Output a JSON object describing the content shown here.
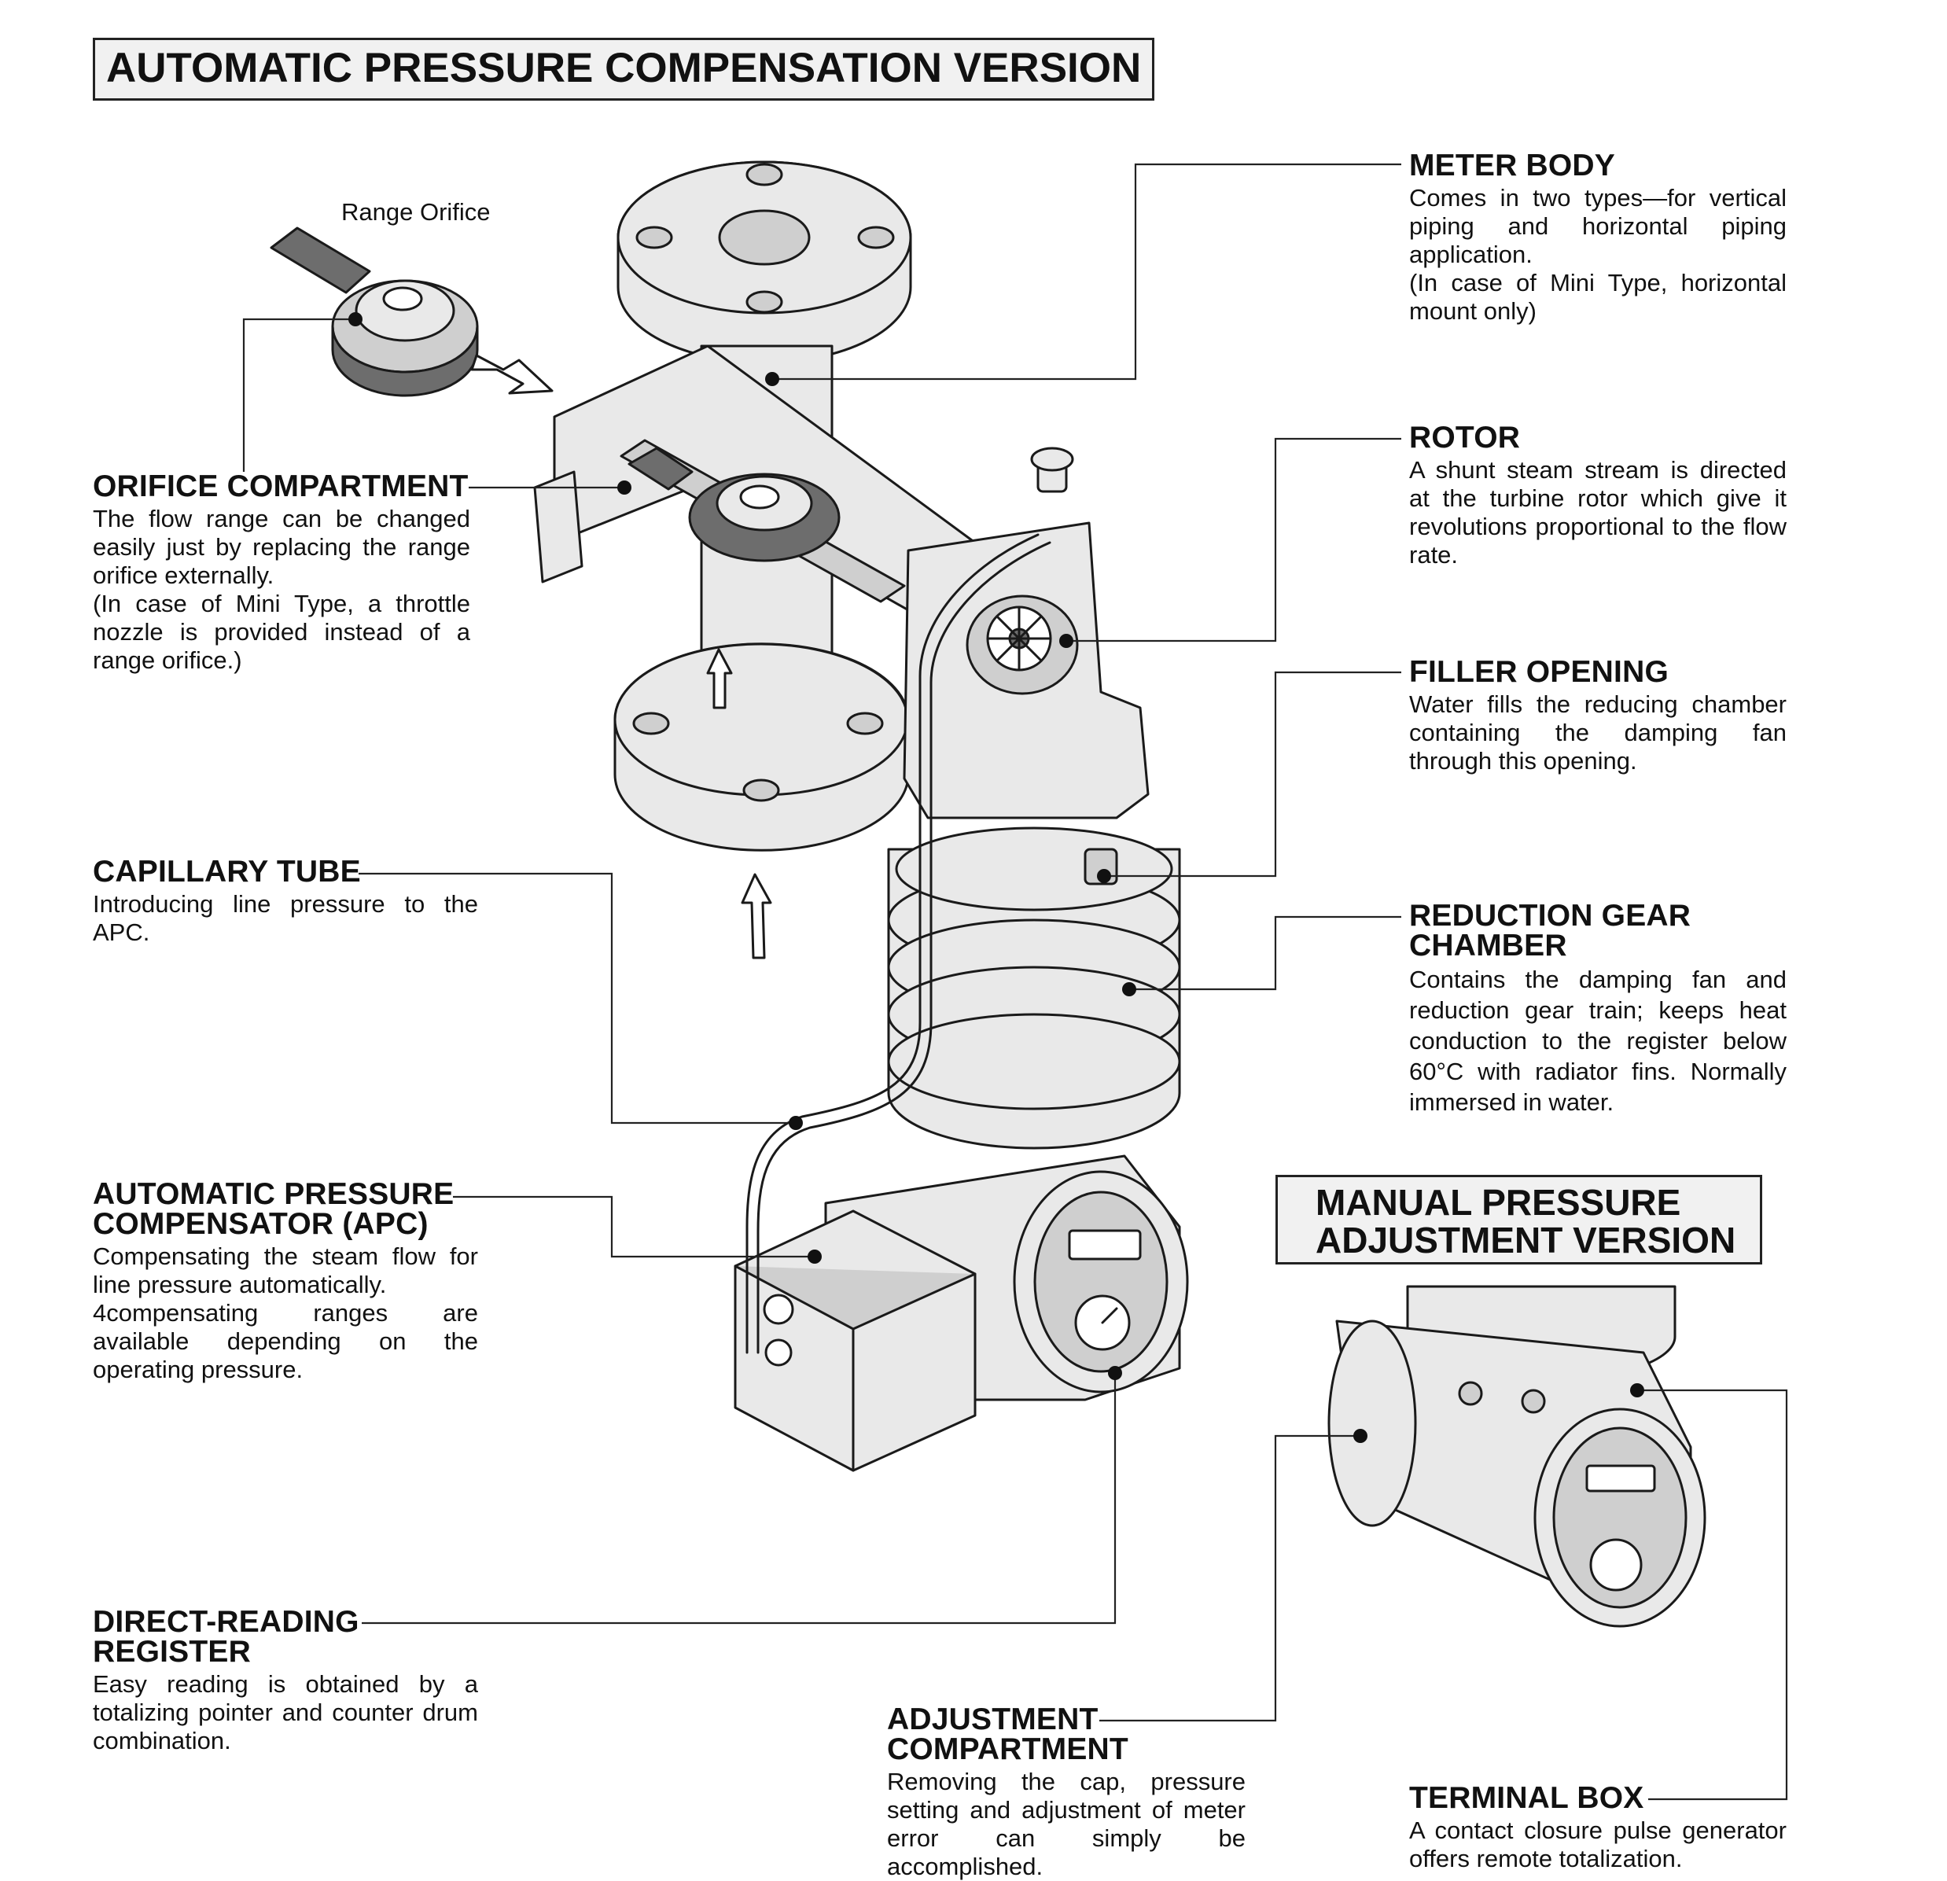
{
  "title": "AUTOMATIC PRESSURE COMPENSATION VERSION",
  "manual_title": "MANUAL PRESSURE\nADJUSTMENT VERSION",
  "range_orifice_label": "Range Orifice",
  "callouts": {
    "meter_body": {
      "heading": "METER BODY",
      "text": "Comes in two types—for vertical piping and horizontal piping application.\n(In case of Mini Type, horizontal mount only)"
    },
    "rotor": {
      "heading": "ROTOR",
      "text": "A shunt steam stream is directed at the turbine rotor which give it revolutions proportional to the flow rate."
    },
    "filler_opening": {
      "heading": "FILLER OPENING",
      "text": "Water fills the reducing chamber containing the damping fan through this opening."
    },
    "reduction_gear": {
      "heading": "REDUCTION GEAR\nCHAMBER",
      "text": "Contains the damping fan and reduction gear train; keeps heat conduction to the register below 60°C with radiator fins. Normally immersed in water."
    },
    "orifice_compartment": {
      "heading": "ORIFICE COMPARTMENT",
      "text": "The flow range can be changed easily just by replacing the range orifice externally.\n(In case of Mini Type, a throttle nozzle is provided instead of a range orifice.)"
    },
    "capillary_tube": {
      "heading": "CAPILLARY TUBE",
      "text": "Introducing line pressure to the APC."
    },
    "apc": {
      "heading": "AUTOMATIC PRESSURE\nCOMPENSATOR (APC)",
      "text": "Compensating the steam flow for line pressure automatically.\n4compensating ranges are available depending on the operating pressure."
    },
    "register": {
      "heading": "DIRECT-READING\nREGISTER",
      "text": "Easy reading is obtained by a totalizing pointer and counter drum combination."
    },
    "adjustment": {
      "heading": "ADJUSTMENT\nCOMPARTMENT",
      "text": "Removing the cap, pressure setting and adjustment of meter error can simply be accomplished."
    },
    "terminal_box": {
      "heading": "TERMINAL BOX",
      "text": "A contact closure pulse generator offers remote totalization."
    }
  },
  "icons": [
    "flow-arrow-icon",
    "insert-arrow-icon"
  ]
}
